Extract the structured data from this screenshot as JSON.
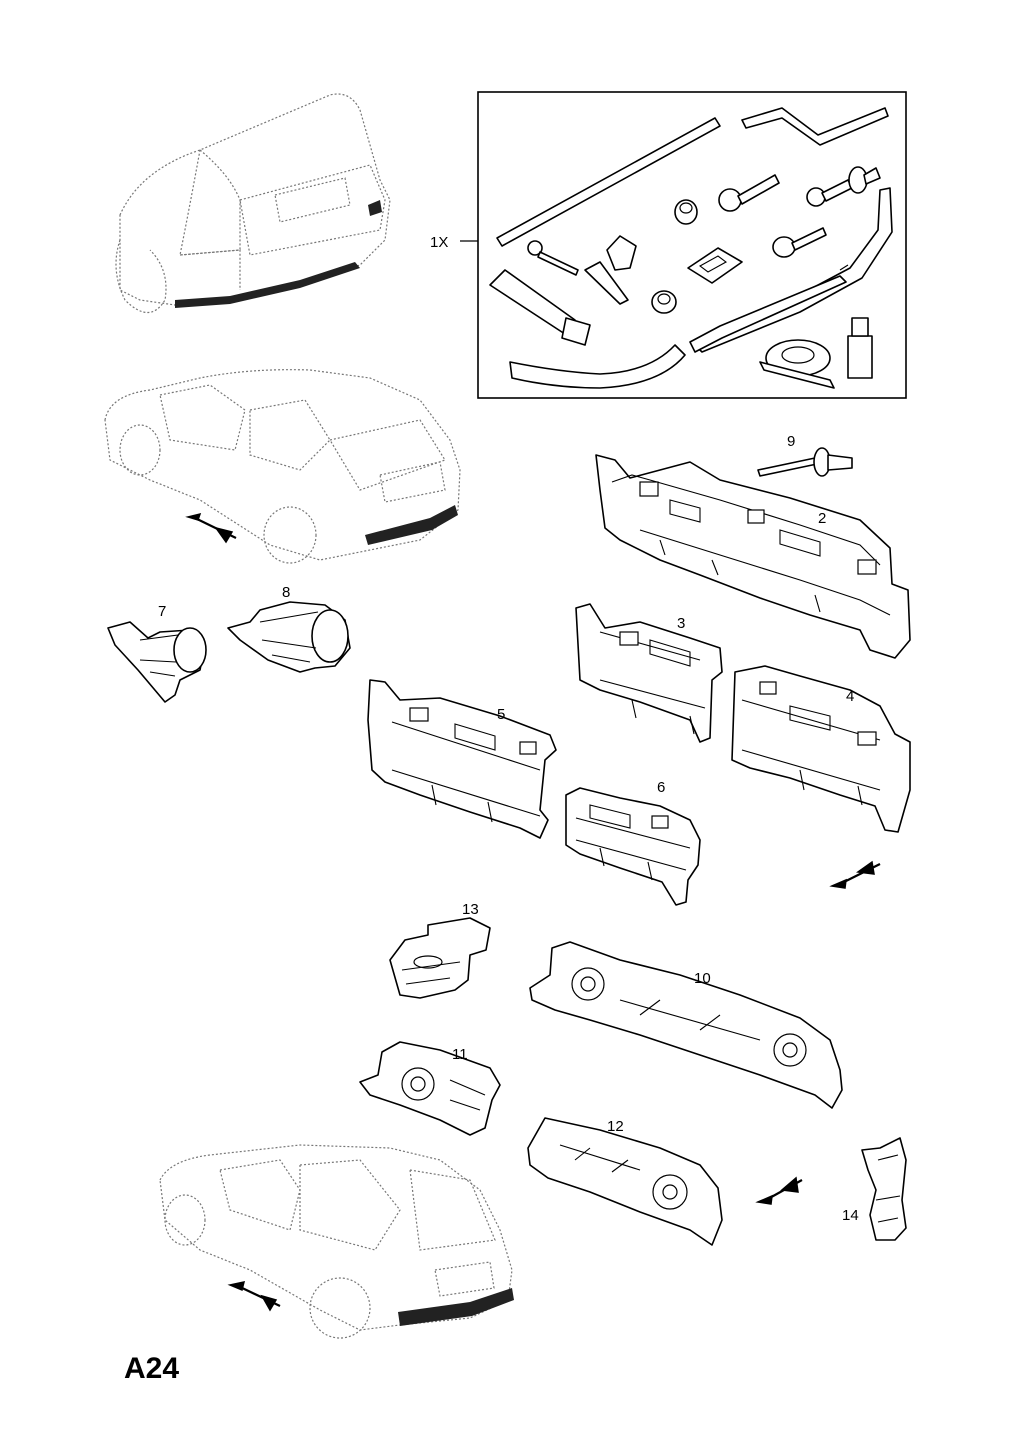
{
  "page_code": "A24",
  "callouts": {
    "kit": "1X",
    "n2": "2",
    "n3": "3",
    "n4": "4",
    "n5": "5",
    "n6": "6",
    "n7": "7",
    "n8": "8",
    "n9": "9",
    "n10": "10",
    "n11": "11",
    "n12": "12",
    "n13": "13",
    "n14": "14"
  }
}
